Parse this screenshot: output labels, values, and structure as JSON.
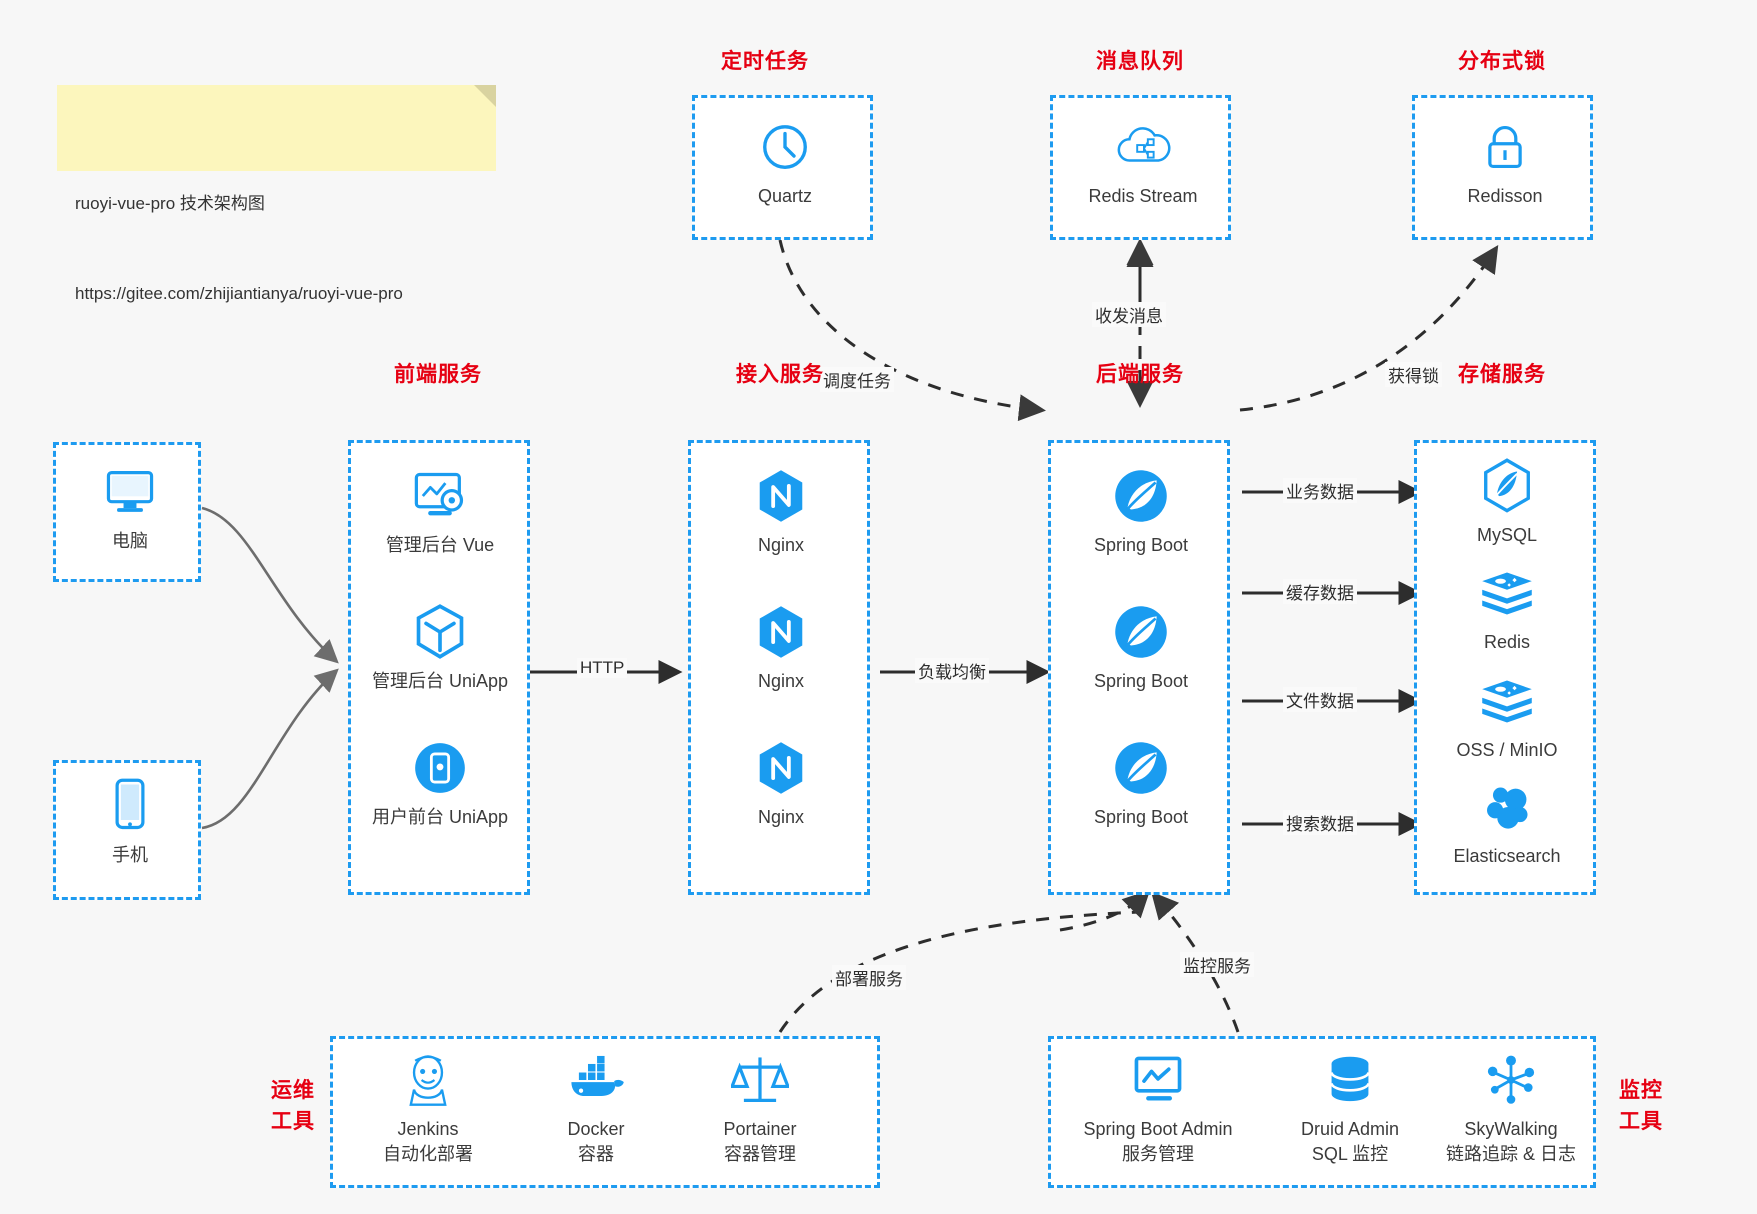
{
  "note": {
    "line1": "ruoyi-vue-pro 技术架构图",
    "line2": "https://gitee.com/zhijiantianya/ruoyi-vue-pro"
  },
  "colors": {
    "accent_blue": "#1e9bf0",
    "icon_blue": "#1a9cf0",
    "title_red": "#e60012",
    "arrow_gray": "#3a3a3a",
    "canvas": "#f7f7f7",
    "note_yellow": "#fcf6bd"
  },
  "groups": {
    "scheduler": {
      "title": "定时任务",
      "nodes": [
        {
          "icon": "clock-icon",
          "label": "Quartz"
        }
      ]
    },
    "mq": {
      "title": "消息队列",
      "nodes": [
        {
          "icon": "cloud-stream-icon",
          "label": "Redis Stream"
        }
      ]
    },
    "lock": {
      "title": "分布式锁",
      "nodes": [
        {
          "icon": "lock-icon",
          "label": "Redisson"
        }
      ]
    },
    "clients": {
      "nodes": [
        {
          "icon": "desktop-icon",
          "label": "电脑"
        },
        {
          "icon": "mobile-icon",
          "label": "手机"
        }
      ]
    },
    "frontend": {
      "title": "前端服务",
      "nodes": [
        {
          "icon": "dashboard-vue-icon",
          "label": "管理后台 Vue"
        },
        {
          "icon": "cube-uniapp-icon",
          "label": "管理后台 UniApp"
        },
        {
          "icon": "phone-app-icon",
          "label": "用户前台 UniApp"
        }
      ]
    },
    "gateway": {
      "title": "接入服务",
      "nodes": [
        {
          "icon": "nginx-icon",
          "label": "Nginx"
        },
        {
          "icon": "nginx-icon",
          "label": "Nginx"
        },
        {
          "icon": "nginx-icon",
          "label": "Nginx"
        }
      ]
    },
    "backend": {
      "title": "后端服务",
      "nodes": [
        {
          "icon": "spring-boot-icon",
          "label": "Spring Boot"
        },
        {
          "icon": "spring-boot-icon",
          "label": "Spring Boot"
        },
        {
          "icon": "spring-boot-icon",
          "label": "Spring Boot"
        }
      ]
    },
    "storage": {
      "title": "存储服务",
      "nodes": [
        {
          "icon": "mysql-icon",
          "label": "MySQL"
        },
        {
          "icon": "redis-icon",
          "label": "Redis"
        },
        {
          "icon": "redis-icon",
          "label": "OSS / MinIO"
        },
        {
          "icon": "elasticsearch-icon",
          "label": "Elasticsearch"
        }
      ]
    },
    "devops": {
      "title": "运维\n工具",
      "title_l1": "运维",
      "title_l2": "工具",
      "nodes": [
        {
          "icon": "jenkins-icon",
          "label": "Jenkins",
          "sub": "自动化部署"
        },
        {
          "icon": "docker-icon",
          "label": "Docker",
          "sub": "容器"
        },
        {
          "icon": "portainer-icon",
          "label": "Portainer",
          "sub": "容器管理"
        }
      ]
    },
    "monitor": {
      "title_l1": "监控",
      "title_l2": "工具",
      "nodes": [
        {
          "icon": "spring-boot-admin-icon",
          "label": "Spring Boot Admin",
          "sub": "服务管理"
        },
        {
          "icon": "database-icon",
          "label": "Druid Admin",
          "sub": "SQL 监控"
        },
        {
          "icon": "skywalking-icon",
          "label": "SkyWalking",
          "sub": "链路追踪 & 日志"
        }
      ]
    }
  },
  "edges": [
    {
      "id": "http",
      "label": "HTTP"
    },
    {
      "id": "load-balance",
      "label": "负载均衡"
    },
    {
      "id": "schedule-task",
      "label": "调度任务"
    },
    {
      "id": "send-receive-message",
      "label": "收发消息"
    },
    {
      "id": "acquire-lock",
      "label": "获得锁"
    },
    {
      "id": "business-data",
      "label": "业务数据"
    },
    {
      "id": "cache-data",
      "label": "缓存数据"
    },
    {
      "id": "file-data",
      "label": "文件数据"
    },
    {
      "id": "search-data",
      "label": "搜索数据"
    },
    {
      "id": "deploy-service",
      "label": "部署服务"
    },
    {
      "id": "monitor-service",
      "label": "监控服务"
    }
  ]
}
